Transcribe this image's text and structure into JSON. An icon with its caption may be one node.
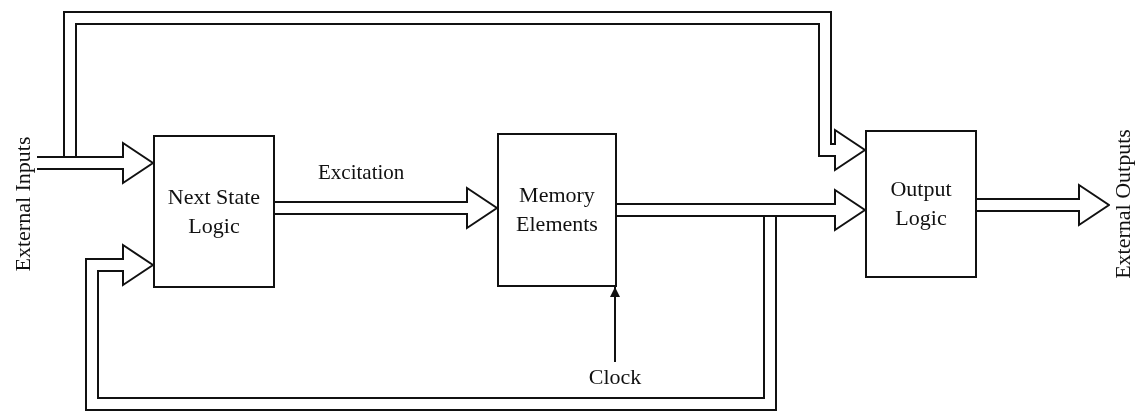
{
  "diagram": {
    "nodes": [
      {
        "text": [
          "External Inputs"
        ]
      },
      {
        "text": [
          "Next State Logic"
        ]
      },
      {
        "text": [
          "Memory Elements"
        ]
      },
      {
        "text": [
          "Output Logic"
        ]
      },
      {
        "text": [
          "External Outputs"
        ]
      },
      {
        "text": [
          "Clock"
        ]
      }
    ],
    "edges": [
      {
        "from": 0,
        "to": 1,
        "arrow": "to"
      },
      {
        "from": 0,
        "to": 3,
        "arrow": "to"
      },
      {
        "from": 1,
        "to": 2,
        "arrow": "to",
        "label": "Excitation"
      },
      {
        "from": 2,
        "to": 3,
        "arrow": "to"
      },
      {
        "from": 2,
        "to": 1,
        "arrow": "to"
      },
      {
        "from": 3,
        "to": 4,
        "arrow": "to"
      },
      {
        "from": 5,
        "to": 2,
        "arrow": "to"
      }
    ]
  }
}
